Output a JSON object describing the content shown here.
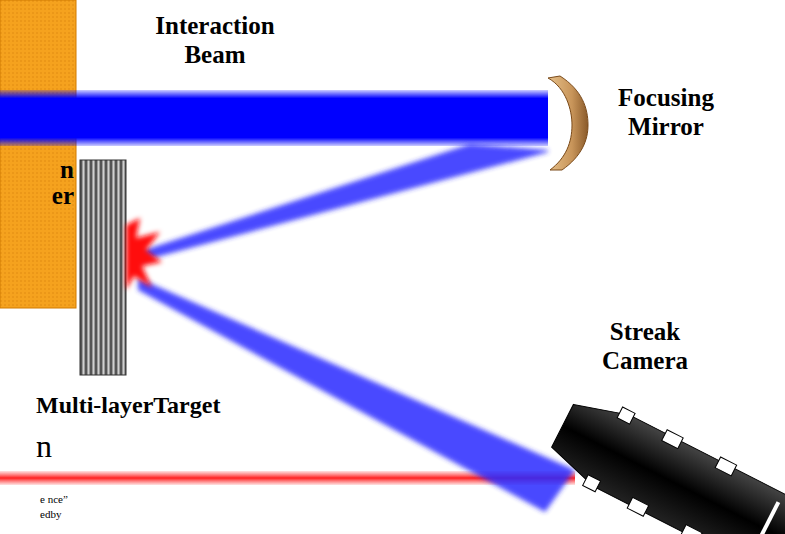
{
  "diagram": {
    "labels": [
      "Interaction Beam",
      "Focusing Mirror",
      "n",
      "er",
      "Streak Camera",
      "Multi-layerTarget",
      "n",
      "e nce”",
      "edby"
    ]
  }
}
